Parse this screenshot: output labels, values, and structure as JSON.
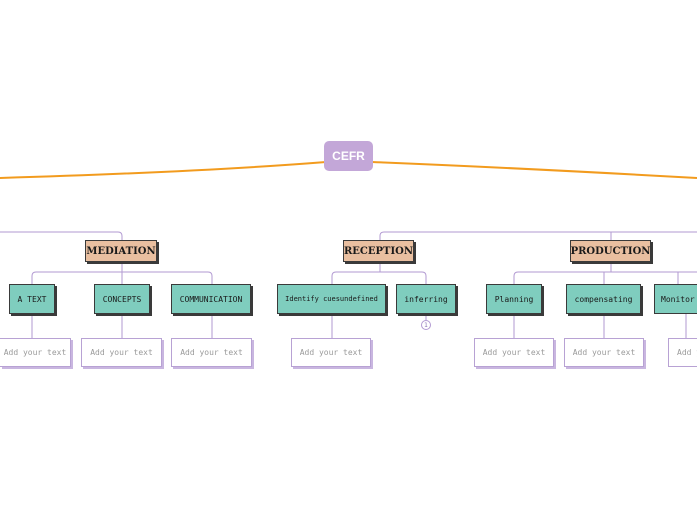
{
  "colors": {
    "root_fill": "#c3a7d8",
    "main_branch": "#f29b1e",
    "category_fill": "#e9bfa0",
    "leaf_fill": "#7fcdbe",
    "connector": "#b29ad2"
  },
  "root": {
    "label": "CEFR"
  },
  "categories": [
    {
      "label": "MEDIATION"
    },
    {
      "label": "RECEPTION"
    },
    {
      "label": "PRODUCTION"
    }
  ],
  "leaves": [
    {
      "label": "A TEXT"
    },
    {
      "label": "CONCEPTS"
    },
    {
      "label": "COMMUNICATION"
    },
    {
      "label": "Identify cuesundefined"
    },
    {
      "label": "inferring"
    },
    {
      "label": "Planning"
    },
    {
      "label": "compensating"
    },
    {
      "label": "Monitor"
    }
  ],
  "notes": [
    {
      "label": "Add your text"
    },
    {
      "label": "Add your text"
    },
    {
      "label": "Add your text"
    },
    {
      "label": "Add your text"
    },
    {
      "label": "Add your text"
    },
    {
      "label": "Add your text"
    },
    {
      "label": "Add your text"
    }
  ],
  "collapsed_badge": {
    "count": "1"
  }
}
